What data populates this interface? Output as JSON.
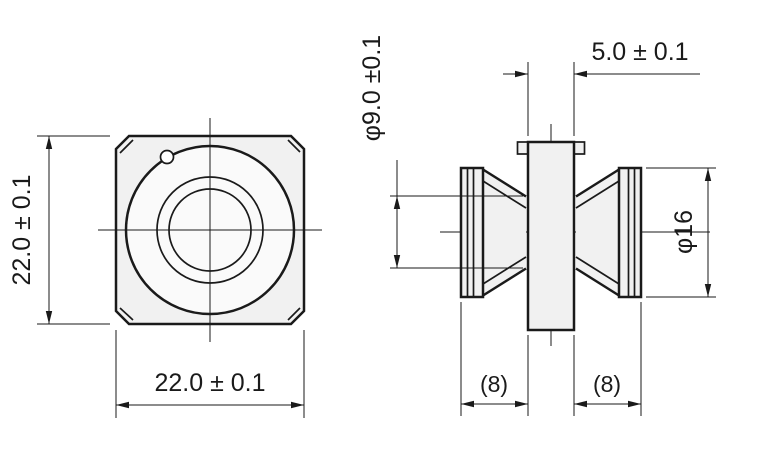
{
  "front_view": {
    "height_dim_label": "22.0 ± 0.1",
    "width_dim_label": "22.0 ± 0.1"
  },
  "side_view": {
    "hub_width_dim_label": "5.0 ± 0.1",
    "groove_dia_dim_label": "φ9.0 ±0.1",
    "flange_dia_dim_label": "φ16",
    "left_width_dim_label": "(8)",
    "right_width_dim_label": "(8)"
  },
  "colors": {
    "line": "#1a1a1a",
    "face_fill": "#f1f1f1",
    "inner_fill": "#fafafa",
    "background": "#ffffff"
  }
}
